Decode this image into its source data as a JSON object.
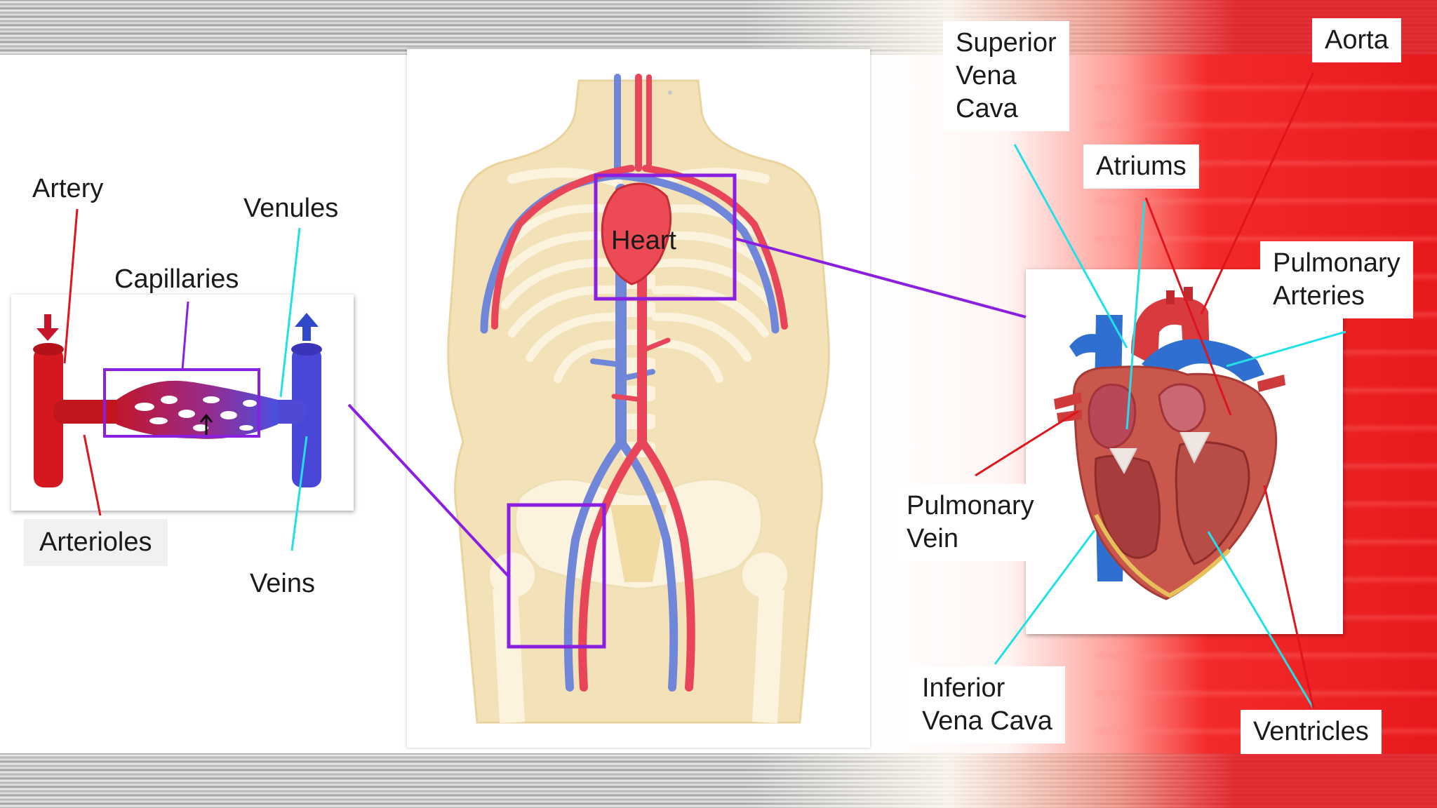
{
  "labels": {
    "artery": "Artery",
    "venules": "Venules",
    "capillaries": "Capillaries",
    "arterioles": "Arterioles",
    "veins": "Veins",
    "heart": "Heart",
    "superior_vena_cava": [
      "Superior",
      "Vena",
      "Cava"
    ],
    "atriums": "Atriums",
    "aorta": "Aorta",
    "pulmonary_arteries": [
      "Pulmonary",
      "Arteries"
    ],
    "pulmonary_vein": [
      "Pulmonary",
      "Vein"
    ],
    "inferior_vena_cava": [
      "Inferior",
      "Vena Cava"
    ],
    "ventricles": "Ventricles"
  },
  "colors": {
    "artery_red": "#e31c25",
    "vein_blue": "#3b55d6",
    "highlight_purple": "#8a1fe0",
    "leader_cyan": "#22e0e8",
    "leader_red": "#e0141c",
    "skin": "#f3e2b8",
    "bone": "#f8eed3"
  }
}
